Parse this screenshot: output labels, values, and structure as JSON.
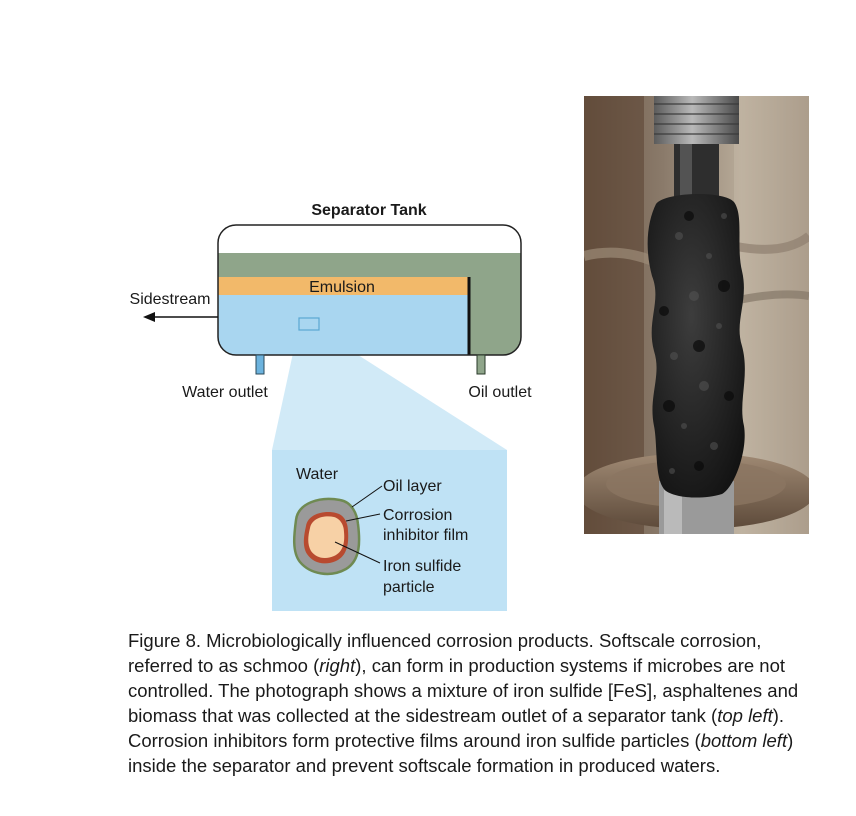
{
  "diagram": {
    "title": "Separator Tank",
    "emulsion": "Emulsion",
    "sidestream": "Sidestream",
    "water_outlet": "Water outlet",
    "oil_outlet": "Oil outlet",
    "inset": {
      "water": "Water",
      "oil_layer": "Oil layer",
      "inhibitor_line1": "Corrosion",
      "inhibitor_line2": "inhibitor film",
      "particle_line1": "Iron sulfide",
      "particle_line2": "particle"
    }
  },
  "photo": {
    "icon": "softscale-photo"
  },
  "caption": {
    "p1": "Figure 8. Microbiologically influenced corrosion products. Softscale corrosion, referred to as schmoo (",
    "i1": "right",
    "p2": "), can form in production systems if microbes are not controlled. The photograph shows a mixture of iron sulfide [FeS], asphaltenes and biomass that was collected at the sidestream outlet of a separator tank (",
    "i2": "top left",
    "p3": "). Corrosion inhibitors form protective films around iron sulfide particles (",
    "i3": "bottom left",
    "p4": ") inside the separator and prevent softscale formation in produced waters."
  },
  "colors": {
    "water": "#a9d6f0",
    "emulsion": "#f2b96a",
    "oil": "#8fa58a",
    "inset_bg": "#bfe2f5",
    "inhibitor_film": "#b84a2f",
    "particle": "#f7d1a6"
  }
}
